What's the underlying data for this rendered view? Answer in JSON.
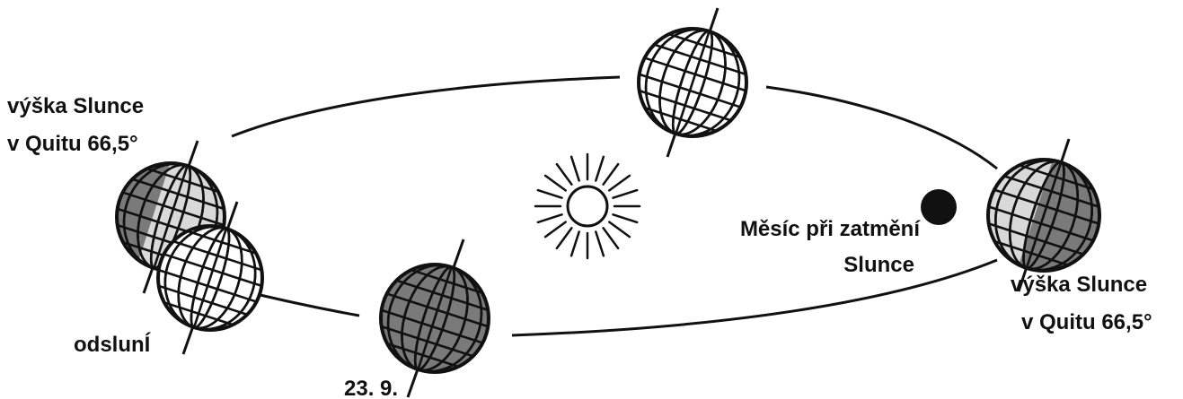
{
  "labels": {
    "top_left_line1": "výška Slunce",
    "top_left_line2": "v Quitu 66,5°",
    "aphelion": "odslunÍ",
    "date": "23. 9.",
    "moon_line1": "Měsíc při zatmění",
    "moon_line2": "Slunce",
    "right_line1": "výška Slunce",
    "right_line2": "v Quitu 66,5°"
  },
  "colors": {
    "ink": "#111111",
    "globe_light": "#ffffff",
    "globe_mid": "#d9d9d9",
    "globe_dark": "#7a7a7a",
    "moon": "#111111"
  }
}
